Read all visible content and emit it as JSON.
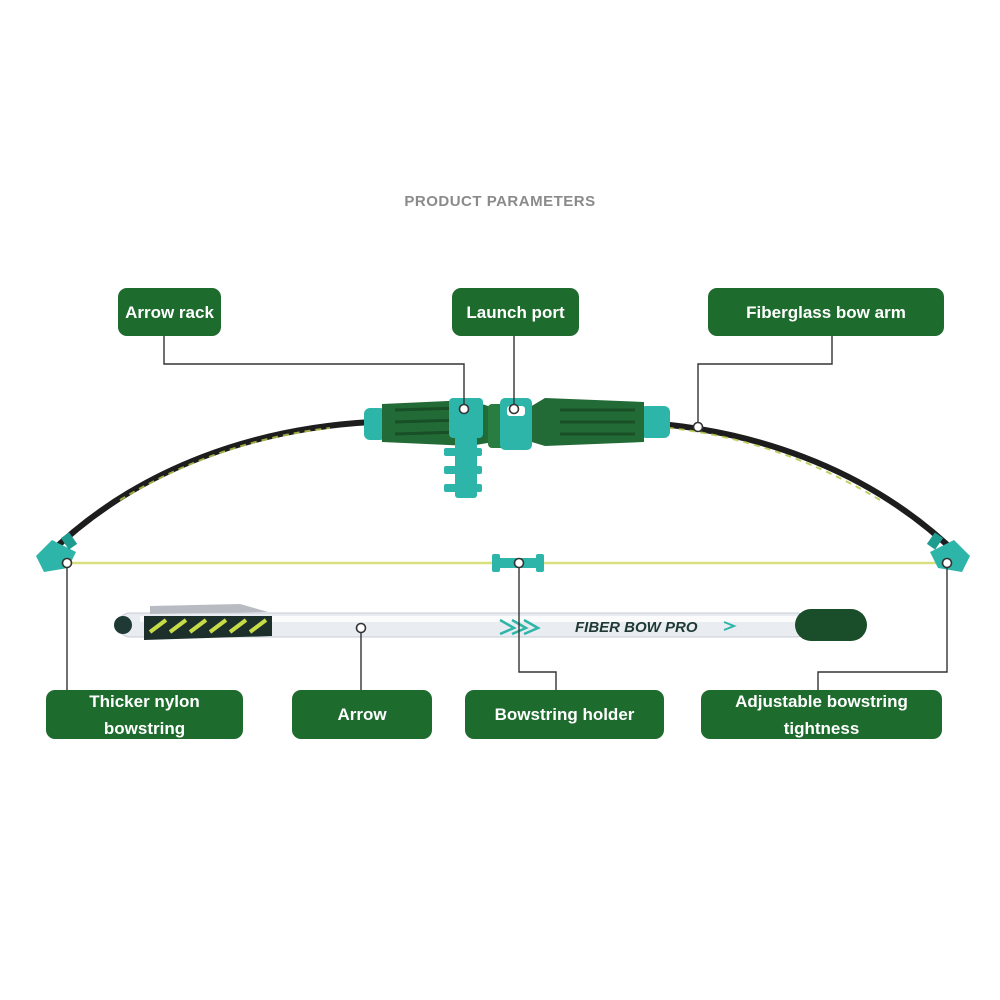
{
  "page": {
    "title": "PRODUCT PARAMETERS",
    "brand_text": "FIBER BOW PRO",
    "label_color": "#1e6b2e",
    "accent_color": "#2cb5a8",
    "riser_color": "#236b36",
    "string_color": "#d7e07a"
  },
  "labels": {
    "arrow_rack": "Arrow rack",
    "launch_port": "Launch port",
    "fiberglass_bow_arm": "Fiberglass bow arm",
    "nylon_bowstring": "Thicker nylon bowstring",
    "arrow": "Arrow",
    "bowstring_holder": "Bowstring holder",
    "bowstring_tightness": "Adjustable bowstring tightness"
  }
}
